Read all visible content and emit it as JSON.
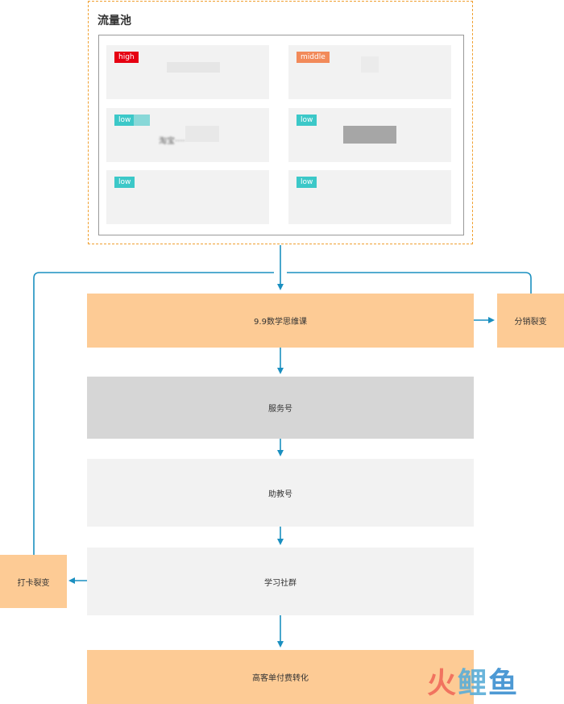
{
  "pool": {
    "title": "流量池",
    "cards": [
      {
        "tag": "high",
        "tag_color": "#e60012",
        "text": ""
      },
      {
        "tag": "middle",
        "tag_color": "#f28a5a",
        "text": ""
      },
      {
        "tag": "low",
        "tag_color": "#3cc8c8",
        "text": "淘宝····"
      },
      {
        "tag": "low",
        "tag_color": "#3cc8c8",
        "text": ""
      },
      {
        "tag": "low",
        "tag_color": "#3cc8c8",
        "text": ""
      },
      {
        "tag": "low",
        "tag_color": "#3cc8c8",
        "text": ""
      }
    ]
  },
  "flow": {
    "course": "9.9数学思维课",
    "service": "服务号",
    "assistant": "助教号",
    "community": "学习社群",
    "conversion": "高客单付费转化",
    "distribution": "分销裂变",
    "checkin": "打卡裂变"
  },
  "colors": {
    "node_orange": "#fdcb95",
    "node_gray": "#d6d6d6",
    "node_light": "#f2f2f2",
    "arrow": "#1a8fc0",
    "pool_border": "#f0a030"
  },
  "watermark": {
    "text_a": "火",
    "text_b": "鲤",
    "text_c": "鱼"
  }
}
